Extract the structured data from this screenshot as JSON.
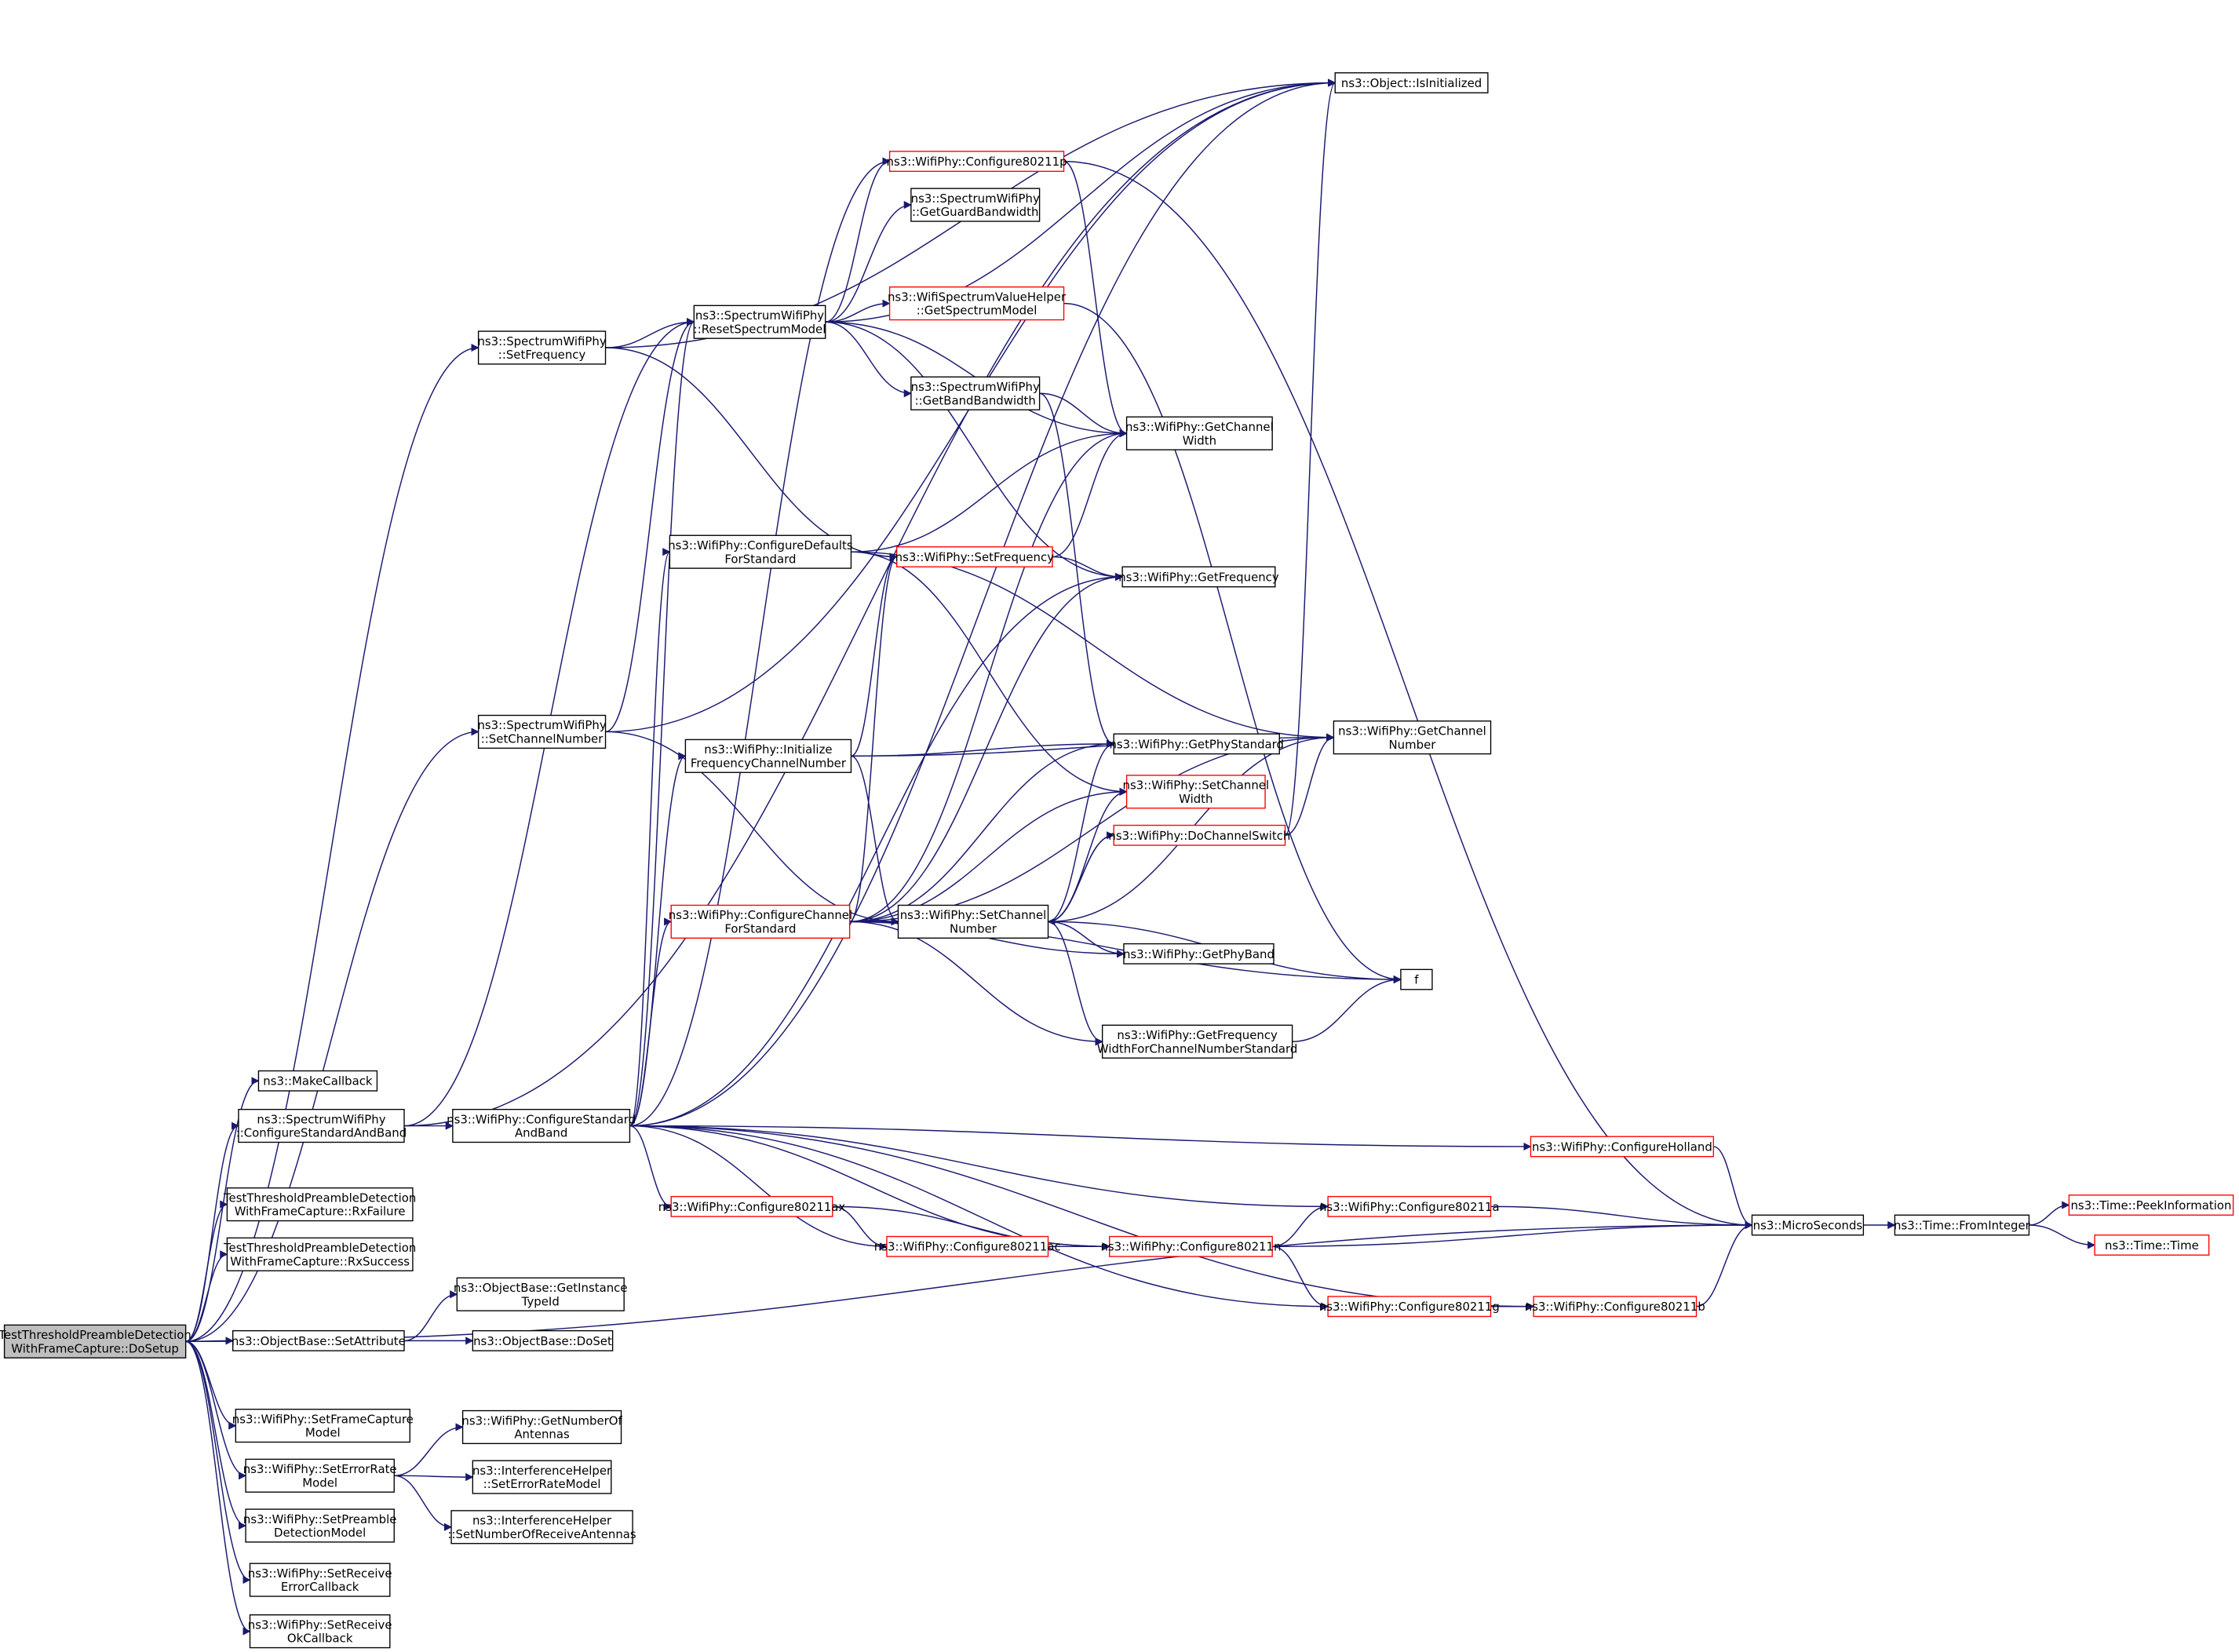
{
  "title": "Call graph of TestThresholdPreambleDetectionWithFrameCapture::DoSetup",
  "colors": {
    "edge": "#191970",
    "root_fill": "#bfbfbf",
    "external_border": "#ff0000",
    "node_border": "#000000"
  },
  "nodes": [
    {
      "id": "root",
      "lines": [
        "TestThresholdPreambleDetection",
        "WithFrameCapture::DoSetup"
      ],
      "kind": "root"
    },
    {
      "id": "makecallback",
      "lines": [
        "ns3::MakeCallback"
      ],
      "kind": "normal"
    },
    {
      "id": "sw_configstdband",
      "lines": [
        "ns3::SpectrumWifiPhy",
        "::ConfigureStandardAndBand"
      ],
      "kind": "normal"
    },
    {
      "id": "rxfailure",
      "lines": [
        "TestThresholdPreambleDetection",
        "WithFrameCapture::RxFailure"
      ],
      "kind": "normal"
    },
    {
      "id": "rxsuccess",
      "lines": [
        "TestThresholdPreambleDetection",
        "WithFrameCapture::RxSuccess"
      ],
      "kind": "normal"
    },
    {
      "id": "setattribute",
      "lines": [
        "ns3::ObjectBase::SetAttribute"
      ],
      "kind": "normal"
    },
    {
      "id": "setframecapture",
      "lines": [
        "ns3::WifiPhy::SetFrameCapture",
        "Model"
      ],
      "kind": "normal"
    },
    {
      "id": "seterrorrate",
      "lines": [
        "ns3::WifiPhy::SetErrorRate",
        "Model"
      ],
      "kind": "normal"
    },
    {
      "id": "setpreamble",
      "lines": [
        "ns3::WifiPhy::SetPreamble",
        "DetectionModel"
      ],
      "kind": "normal"
    },
    {
      "id": "setrxerrcb",
      "lines": [
        "ns3::WifiPhy::SetReceive",
        "ErrorCallback"
      ],
      "kind": "normal"
    },
    {
      "id": "setrxokcb",
      "lines": [
        "ns3::WifiPhy::SetReceive",
        "OkCallback"
      ],
      "kind": "normal"
    },
    {
      "id": "sw_setfrequency",
      "lines": [
        "ns3::SpectrumWifiPhy",
        "::SetFrequency"
      ],
      "kind": "normal"
    },
    {
      "id": "sw_setchannelnumber",
      "lines": [
        "ns3::SpectrumWifiPhy",
        "::SetChannelNumber"
      ],
      "kind": "normal"
    },
    {
      "id": "wp_configstdband",
      "lines": [
        "ns3::WifiPhy::ConfigureStandard",
        "AndBand"
      ],
      "kind": "normal"
    },
    {
      "id": "getinstancetypeid",
      "lines": [
        "ns3::ObjectBase::GetInstance",
        "TypeId"
      ],
      "kind": "normal"
    },
    {
      "id": "doset",
      "lines": [
        "ns3::ObjectBase::DoSet"
      ],
      "kind": "normal"
    },
    {
      "id": "getnumantennas",
      "lines": [
        "ns3::WifiPhy::GetNumberOf",
        "Antennas"
      ],
      "kind": "normal"
    },
    {
      "id": "ih_seterrorrate",
      "lines": [
        "ns3::InterferenceHelper",
        "::SetErrorRateModel"
      ],
      "kind": "normal"
    },
    {
      "id": "ih_setnumrxant",
      "lines": [
        "ns3::InterferenceHelper",
        "::SetNumberOfReceiveAntennas"
      ],
      "kind": "normal"
    },
    {
      "id": "resetspectrum",
      "lines": [
        "ns3::SpectrumWifiPhy",
        "::ResetSpectrumModel"
      ],
      "kind": "normal"
    },
    {
      "id": "cfg80211p",
      "lines": [
        "ns3::WifiPhy::Configure80211p"
      ],
      "kind": "external"
    },
    {
      "id": "getguardbw",
      "lines": [
        "ns3::SpectrumWifiPhy",
        "::GetGuardBandwidth"
      ],
      "kind": "normal"
    },
    {
      "id": "getspectrummodel",
      "lines": [
        "ns3::WifiSpectrumValueHelper",
        "::GetSpectrumModel"
      ],
      "kind": "external"
    },
    {
      "id": "getbandbw",
      "lines": [
        "ns3::SpectrumWifiPhy",
        "::GetBandBandwidth"
      ],
      "kind": "normal"
    },
    {
      "id": "isinitialized",
      "lines": [
        "ns3::Object::IsInitialized"
      ],
      "kind": "normal"
    },
    {
      "id": "getchannelwidth",
      "lines": [
        "ns3::WifiPhy::GetChannel",
        "Width"
      ],
      "kind": "normal"
    },
    {
      "id": "cfgdefaults",
      "lines": [
        "ns3::WifiPhy::ConfigureDefaults",
        "ForStandard"
      ],
      "kind": "normal"
    },
    {
      "id": "wp_setfrequency",
      "lines": [
        "ns3::WifiPhy::SetFrequency"
      ],
      "kind": "external"
    },
    {
      "id": "getfrequency",
      "lines": [
        "ns3::WifiPhy::GetFrequency"
      ],
      "kind": "normal"
    },
    {
      "id": "initfreqchan",
      "lines": [
        "ns3::WifiPhy::Initialize",
        "FrequencyChannelNumber"
      ],
      "kind": "normal"
    },
    {
      "id": "getphystandard",
      "lines": [
        "ns3::WifiPhy::GetPhyStandard"
      ],
      "kind": "normal"
    },
    {
      "id": "getchannelnumber",
      "lines": [
        "ns3::WifiPhy::GetChannel",
        "Number"
      ],
      "kind": "normal"
    },
    {
      "id": "setchannelwidth",
      "lines": [
        "ns3::WifiPhy::SetChannel",
        "Width"
      ],
      "kind": "external"
    },
    {
      "id": "dochannelswitch",
      "lines": [
        "ns3::WifiPhy::DoChannelSwitch"
      ],
      "kind": "external"
    },
    {
      "id": "cfgchannel",
      "lines": [
        "ns3::WifiPhy::ConfigureChannel",
        "ForStandard"
      ],
      "kind": "external"
    },
    {
      "id": "wp_setchannelnumber",
      "lines": [
        "ns3::WifiPhy::SetChannel",
        "Number"
      ],
      "kind": "normal"
    },
    {
      "id": "getphyband",
      "lines": [
        "ns3::WifiPhy::GetPhyBand"
      ],
      "kind": "normal"
    },
    {
      "id": "f",
      "lines": [
        "f"
      ],
      "kind": "normal"
    },
    {
      "id": "getfreqwidth",
      "lines": [
        "ns3::WifiPhy::GetFrequency",
        "WidthForChannelNumberStandard"
      ],
      "kind": "normal"
    },
    {
      "id": "cfgholland",
      "lines": [
        "ns3::WifiPhy::ConfigureHolland"
      ],
      "kind": "external"
    },
    {
      "id": "cfg80211ax",
      "lines": [
        "ns3::WifiPhy::Configure80211ax"
      ],
      "kind": "external"
    },
    {
      "id": "cfg80211a",
      "lines": [
        "ns3::WifiPhy::Configure80211a"
      ],
      "kind": "external"
    },
    {
      "id": "cfg80211ac",
      "lines": [
        "ns3::WifiPhy::Configure80211ac"
      ],
      "kind": "external"
    },
    {
      "id": "cfg80211n",
      "lines": [
        "ns3::WifiPhy::Configure80211n"
      ],
      "kind": "external"
    },
    {
      "id": "cfg80211g",
      "lines": [
        "ns3::WifiPhy::Configure80211g"
      ],
      "kind": "external"
    },
    {
      "id": "cfg80211b",
      "lines": [
        "ns3::WifiPhy::Configure80211b"
      ],
      "kind": "external"
    },
    {
      "id": "microseconds",
      "lines": [
        "ns3::MicroSeconds"
      ],
      "kind": "normal"
    },
    {
      "id": "frominteger",
      "lines": [
        "ns3::Time::FromInteger"
      ],
      "kind": "normal"
    },
    {
      "id": "peekinfo",
      "lines": [
        "ns3::Time::PeekInformation"
      ],
      "kind": "external"
    },
    {
      "id": "timetime",
      "lines": [
        "ns3::Time::Time"
      ],
      "kind": "external"
    }
  ],
  "edges": [
    [
      "root",
      "makecallback"
    ],
    [
      "root",
      "sw_configstdband"
    ],
    [
      "root",
      "rxfailure"
    ],
    [
      "root",
      "rxsuccess"
    ],
    [
      "root",
      "setattribute"
    ],
    [
      "root",
      "setframecapture"
    ],
    [
      "root",
      "seterrorrate"
    ],
    [
      "root",
      "setpreamble"
    ],
    [
      "root",
      "setrxerrcb"
    ],
    [
      "root",
      "setrxokcb"
    ],
    [
      "root",
      "sw_setfrequency"
    ],
    [
      "root",
      "sw_setchannelnumber"
    ],
    [
      "root",
      "microseconds"
    ],
    [
      "sw_configstdband",
      "wp_configstdband"
    ],
    [
      "sw_configstdband",
      "resetspectrum"
    ],
    [
      "sw_configstdband",
      "isinitialized"
    ],
    [
      "setattribute",
      "getinstancetypeid"
    ],
    [
      "setattribute",
      "doset"
    ],
    [
      "seterrorrate",
      "getnumantennas"
    ],
    [
      "seterrorrate",
      "ih_seterrorrate"
    ],
    [
      "seterrorrate",
      "ih_setnumrxant"
    ],
    [
      "sw_setfrequency",
      "resetspectrum"
    ],
    [
      "sw_setfrequency",
      "wp_setfrequency"
    ],
    [
      "sw_setfrequency",
      "isinitialized"
    ],
    [
      "sw_setchannelnumber",
      "resetspectrum"
    ],
    [
      "sw_setchannelnumber",
      "wp_setchannelnumber"
    ],
    [
      "sw_setchannelnumber",
      "isinitialized"
    ],
    [
      "resetspectrum",
      "cfg80211p"
    ],
    [
      "resetspectrum",
      "getguardbw"
    ],
    [
      "resetspectrum",
      "getspectrummodel"
    ],
    [
      "resetspectrum",
      "getbandbw"
    ],
    [
      "resetspectrum",
      "getchannelwidth"
    ],
    [
      "resetspectrum",
      "getfrequency"
    ],
    [
      "resetspectrum",
      "isinitialized"
    ],
    [
      "cfg80211p",
      "getchannelwidth"
    ],
    [
      "cfg80211p",
      "microseconds"
    ],
    [
      "getspectrummodel",
      "f"
    ],
    [
      "getbandbw",
      "getchannelwidth"
    ],
    [
      "getbandbw",
      "getphystandard"
    ],
    [
      "cfgdefaults",
      "wp_setfrequency"
    ],
    [
      "cfgdefaults",
      "getchannelwidth"
    ],
    [
      "cfgdefaults",
      "getchannelnumber"
    ],
    [
      "cfgdefaults",
      "setchannelwidth"
    ],
    [
      "wp_setfrequency",
      "getfrequency"
    ],
    [
      "wp_setfrequency",
      "getchannelwidth"
    ],
    [
      "initfreqchan",
      "getphystandard"
    ],
    [
      "initfreqchan",
      "getchannelnumber"
    ],
    [
      "initfreqchan",
      "wp_setfrequency"
    ],
    [
      "initfreqchan",
      "wp_setchannelnumber"
    ],
    [
      "cfgchannel",
      "wp_setchannelnumber"
    ],
    [
      "cfgchannel",
      "wp_setfrequency"
    ],
    [
      "cfgchannel",
      "getphystandard"
    ],
    [
      "cfgchannel",
      "setchannelwidth"
    ],
    [
      "cfgchannel",
      "getphyband"
    ],
    [
      "cfgchannel",
      "getchannelnumber"
    ],
    [
      "cfgchannel",
      "getfreqwidth"
    ],
    [
      "cfgchannel",
      "f"
    ],
    [
      "cfgchannel",
      "getchannelwidth"
    ],
    [
      "cfgchannel",
      "getfrequency"
    ],
    [
      "wp_setchannelnumber",
      "getphystandard"
    ],
    [
      "wp_setchannelnumber",
      "setchannelwidth"
    ],
    [
      "wp_setchannelnumber",
      "dochannelswitch"
    ],
    [
      "wp_setchannelnumber",
      "getphyband"
    ],
    [
      "wp_setchannelnumber",
      "getchannelnumber"
    ],
    [
      "wp_setchannelnumber",
      "getfreqwidth"
    ],
    [
      "wp_setchannelnumber",
      "f"
    ],
    [
      "dochannelswitch",
      "getchannelnumber"
    ],
    [
      "dochannelswitch",
      "isinitialized"
    ],
    [
      "dochannelswitch",
      "wp_setchannelnumber"
    ],
    [
      "getfreqwidth",
      "f"
    ],
    [
      "wp_configstdband",
      "cfgdefaults"
    ],
    [
      "wp_configstdband",
      "initfreqchan"
    ],
    [
      "wp_configstdband",
      "cfgchannel"
    ],
    [
      "wp_configstdband",
      "cfgholland"
    ],
    [
      "wp_configstdband",
      "cfg80211ax"
    ],
    [
      "wp_configstdband",
      "cfg80211a"
    ],
    [
      "wp_configstdband",
      "cfg80211ac"
    ],
    [
      "wp_configstdband",
      "cfg80211n"
    ],
    [
      "wp_configstdband",
      "cfg80211g"
    ],
    [
      "wp_configstdband",
      "cfg80211b"
    ],
    [
      "wp_configstdband",
      "cfg80211p"
    ],
    [
      "wp_configstdband",
      "getfrequency"
    ],
    [
      "wp_configstdband",
      "resetspectrum"
    ],
    [
      "wp_configstdband",
      "isinitialized"
    ],
    [
      "cfgholland",
      "microseconds"
    ],
    [
      "cfg80211ax",
      "cfg80211ac"
    ],
    [
      "cfg80211ax",
      "cfg80211n"
    ],
    [
      "cfg80211ac",
      "cfg80211n"
    ],
    [
      "cfg80211n",
      "cfg80211a"
    ],
    [
      "cfg80211n",
      "cfg80211g"
    ],
    [
      "cfg80211n",
      "microseconds"
    ],
    [
      "cfg80211a",
      "microseconds"
    ],
    [
      "cfg80211g",
      "cfg80211b"
    ],
    [
      "cfg80211b",
      "microseconds"
    ],
    [
      "microseconds",
      "frominteger"
    ],
    [
      "frominteger",
      "peekinfo"
    ],
    [
      "frominteger",
      "timetime"
    ]
  ]
}
